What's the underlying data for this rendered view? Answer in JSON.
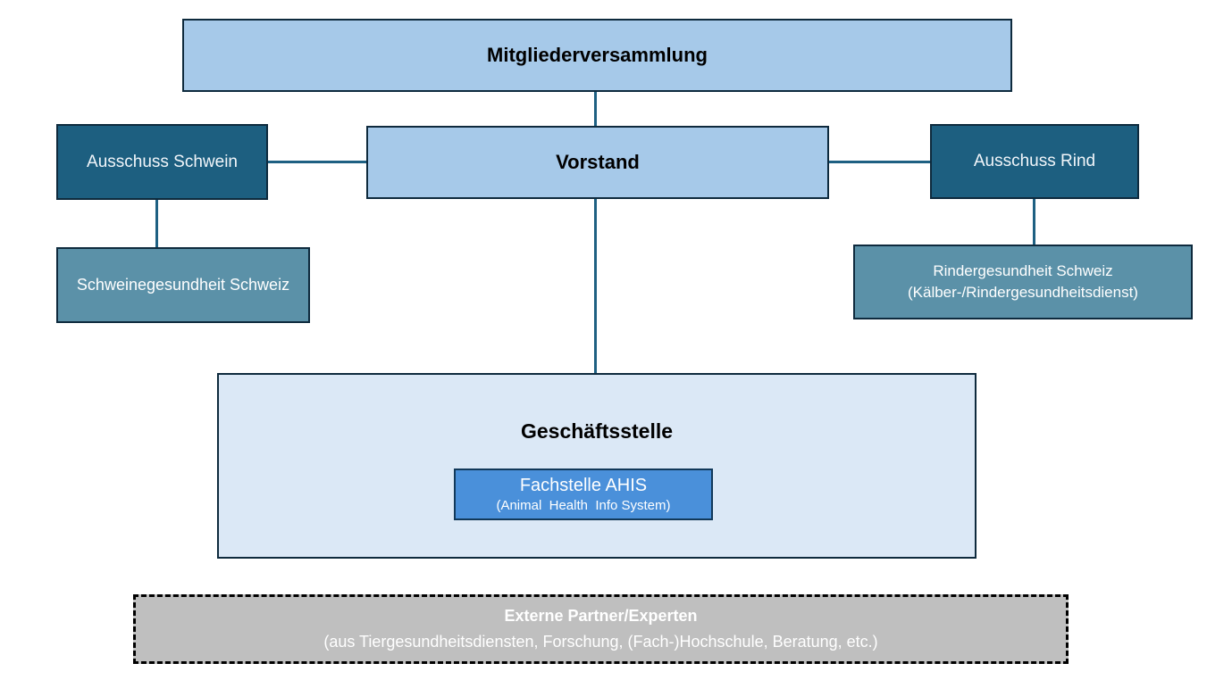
{
  "diagram": {
    "mitgliederversammlung": {
      "label": "Mitgliederversammlung"
    },
    "vorstand": {
      "label": "Vorstand"
    },
    "ausschuss_schwein": {
      "label": "Ausschuss Schwein"
    },
    "ausschuss_rind": {
      "label": "Ausschuss Rind"
    },
    "schweinegesundheit": {
      "label": "Schweinegesundheit Schweiz"
    },
    "rindergesundheit": {
      "line1": "Rindergesundheit Schweiz",
      "line2": "(Kälber-/Rindergesundheitsdienst)"
    },
    "geschaeftsstelle": {
      "label": "Geschäftsstelle"
    },
    "fachstelle": {
      "line1": "Fachstelle AHIS",
      "line2": "(Animal  Health  Info System)"
    },
    "externe_partner": {
      "line1": "Externe Partner/Experten",
      "line2": "(aus Tiergesundheitsdiensten, Forschung, (Fach-)Hochschule, Beratung, etc.)"
    }
  },
  "colors": {
    "light_blue_fill": "#A6C9E9",
    "dark_teal_fill": "#1D5F80",
    "steel_blue_fill": "#5B91A8",
    "pale_blue_fill": "#DBE8F6",
    "medium_blue_fill": "#4A90DA",
    "gray_fill": "#BFBFBF",
    "border_navy": "#0E2A3D",
    "connector_teal": "#1E6082",
    "dashed_border_black": "#000000"
  }
}
